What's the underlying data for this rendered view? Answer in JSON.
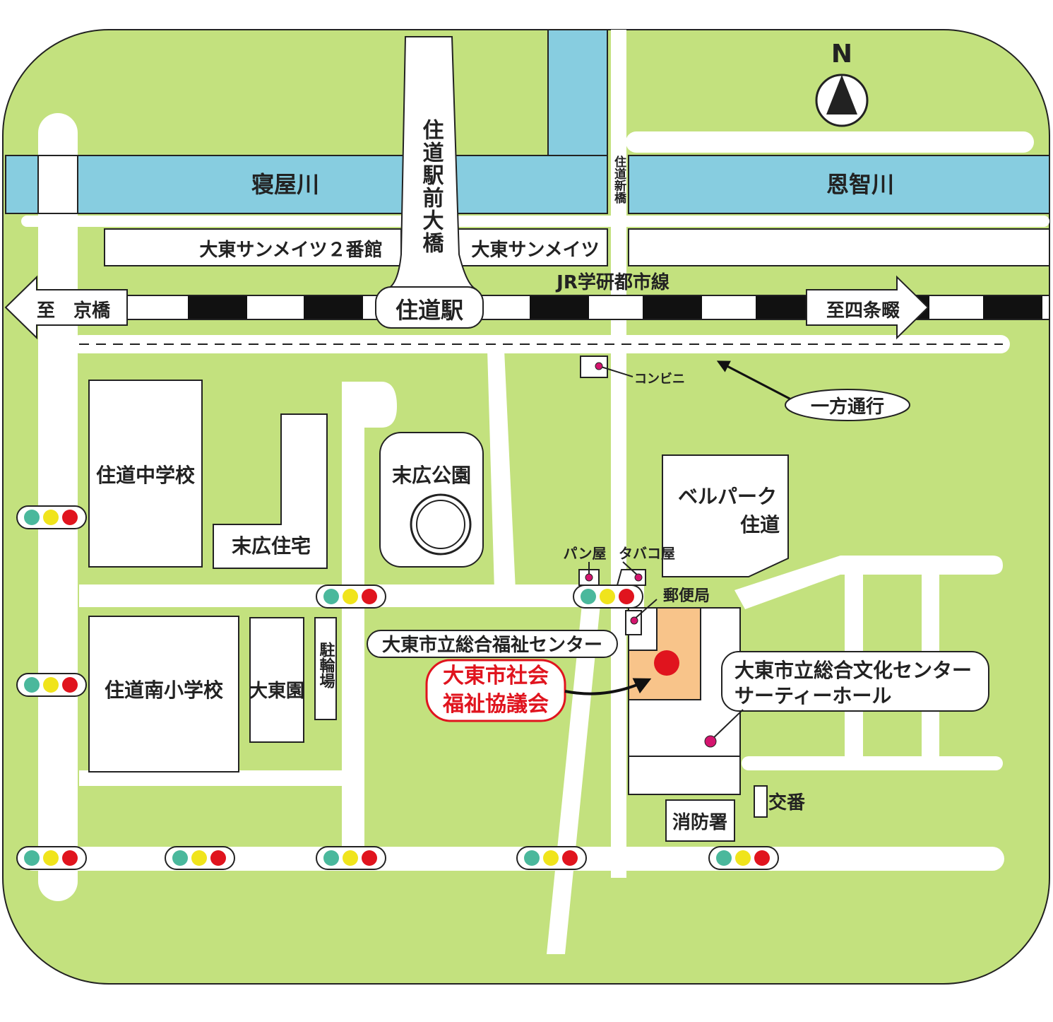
{
  "compass": {
    "letter": "N"
  },
  "rivers": {
    "left": "寝屋川",
    "right": "恩智川"
  },
  "bridges": {
    "station_bridge": "住道駅前大橋",
    "new_bridge": "住道新橋"
  },
  "buildings": {
    "sunmates2": "大東サンメイツ２番館",
    "sunmates": "大東サンメイツ",
    "junior_high": "住道中学校",
    "housing": "末広住宅",
    "park": "末広公園",
    "bellpark_line1": "ベルパーク",
    "bellpark_line2": "住道",
    "elementary": "住道南小学校",
    "daitoen": "大東園",
    "bicycle_parking": "駐輪場",
    "fire_station": "消防署"
  },
  "railway": {
    "line_name": "JR学研都市線",
    "station": "住道駅",
    "to_left": "至　京橋",
    "to_right": "至四条畷"
  },
  "poi": {
    "convenience": "コンビニ",
    "one_way": "一方通行",
    "bakery": "パン屋",
    "tobacco": "タバコ屋",
    "post_office": "郵便局",
    "police_box": "交番"
  },
  "callouts": {
    "welfare_center": "大東市立総合福祉センター",
    "council_line1": "大東市社会",
    "council_line2": "福祉協議会",
    "culture_line1": "大東市立総合文化センター",
    "culture_line2": "サーティーホール"
  },
  "colors": {
    "land": "#c3e17e",
    "river": "#87cde0",
    "target_building": "#f8c48a",
    "marker_red": "#e0141e",
    "poi_dot": "#d4146e",
    "signal_green": "#4ab89c",
    "signal_yellow": "#f0e41c",
    "signal_red": "#e0141e"
  }
}
